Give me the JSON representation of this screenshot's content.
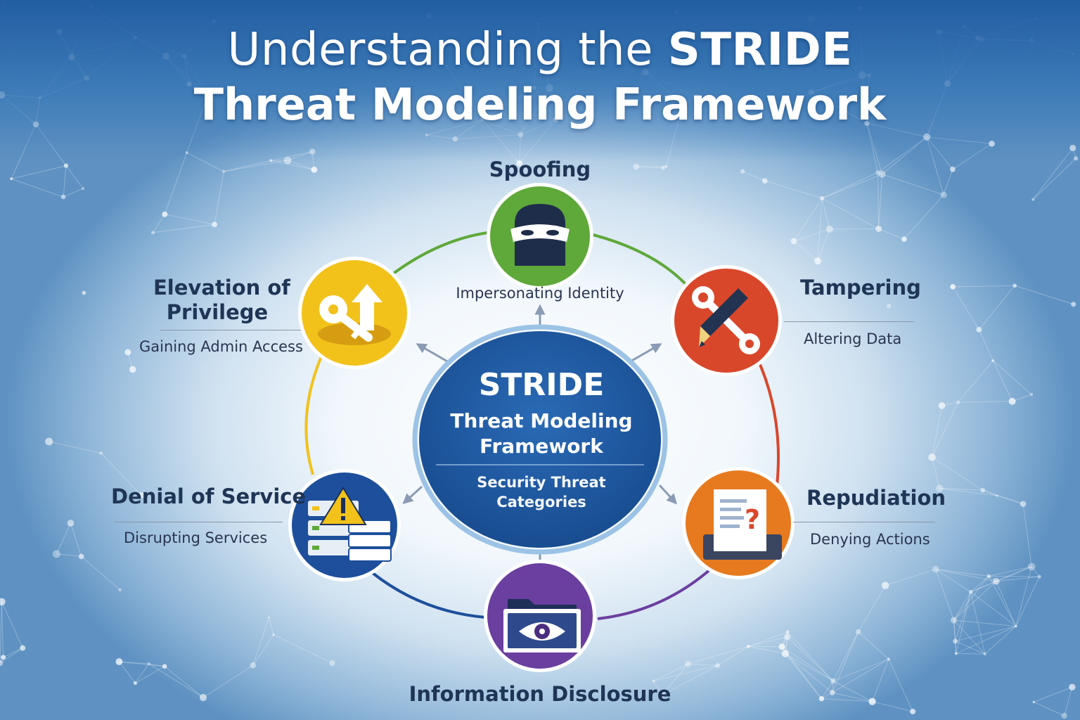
{
  "title": {
    "line1_regular": "Understanding the ",
    "line1_bold": "STRIDE",
    "line2": "Threat Modeling Framework"
  },
  "center": {
    "heading": "STRIDE",
    "subtitle_line1": "Threat Modeling",
    "subtitle_line2": "Framework",
    "caption_line1": "Security Threat",
    "caption_line2": "Categories",
    "color": "#1d57a1"
  },
  "categories": [
    {
      "key": "spoofing",
      "label": "Spoofing",
      "description": "Impersonating Identity",
      "color": "#5fa83a",
      "icon": "masked-person-icon"
    },
    {
      "key": "tampering",
      "label": "Tampering",
      "description": "Altering Data",
      "color": "#d9472b",
      "icon": "wrench-pencil-icon"
    },
    {
      "key": "repudiation",
      "label": "Repudiation",
      "description": "Denying Actions",
      "color": "#e77a1f",
      "icon": "document-question-icon"
    },
    {
      "key": "information-disclosure",
      "label": "Information Disclosure",
      "description": "",
      "color": "#6b3fa0",
      "icon": "folder-eye-icon"
    },
    {
      "key": "denial-of-service",
      "label": "Denial of Service",
      "description": "Disrupting Services",
      "color": "#1d4f9c",
      "icon": "server-warning-icon"
    },
    {
      "key": "elevation-of-privilege",
      "label_line1": "Elevation of",
      "label_line2": "Privilege",
      "description": "Gaining Admin Access",
      "color": "#f2c21b",
      "icon": "key-arrow-up-icon"
    }
  ]
}
